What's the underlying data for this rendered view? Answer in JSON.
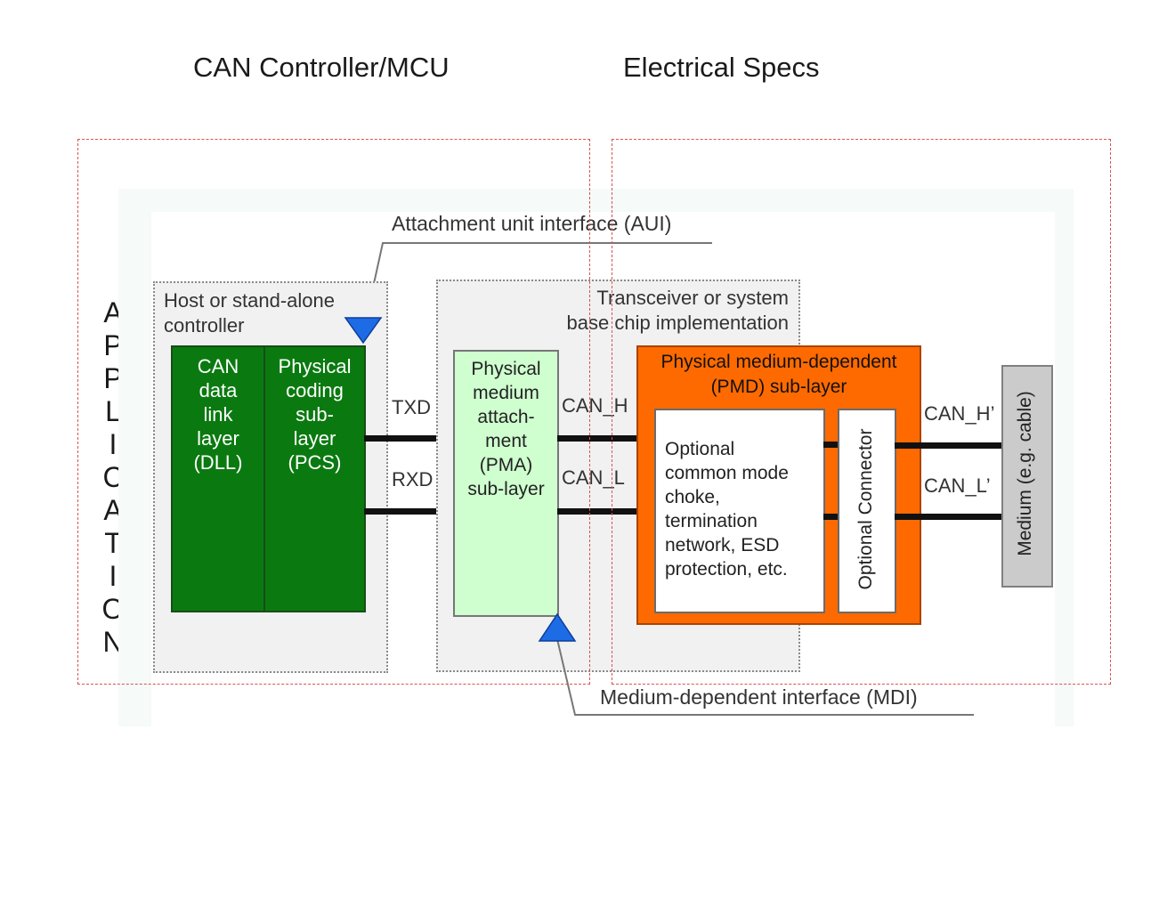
{
  "headings": {
    "left": "CAN Controller/MCU",
    "right": "Electrical Specs"
  },
  "side_letters": [
    "A",
    "P",
    "P",
    "L",
    "I",
    "C",
    "A",
    "T",
    "I",
    "O",
    "N"
  ],
  "diagram": {
    "aui_label": "Attachment unit interface (AUI)",
    "mdi_label": "Medium-dependent interface (MDI)",
    "host_label_1": "Host or stand-alone",
    "host_label_2": "controller",
    "transceiver_label_1": "Transceiver or system",
    "transceiver_label_2": "base chip implementation",
    "dll": [
      "CAN",
      "data",
      "link",
      "layer",
      "(DLL)"
    ],
    "pcs": [
      "Physical",
      "coding",
      "sub-",
      "layer",
      "(PCS)"
    ],
    "pma": [
      "Physical",
      "medium",
      "attach-",
      "ment",
      "(PMA)",
      "sub-layer"
    ],
    "pmd_title_1": "Physical medium-dependent",
    "pmd_title_2": "(PMD) sub-layer",
    "optional_box": [
      "Optional",
      "common mode",
      "choke,",
      "termination",
      "network, ESD",
      "protection, etc."
    ],
    "optional_connector": "Optional Connector",
    "medium": "Medium (e.g. cable)",
    "signals": {
      "txd": "TXD",
      "rxd": "RXD",
      "can_h": "CAN_H",
      "can_l": "CAN_L",
      "can_h_prime": "CAN_H’",
      "can_l_prime": "CAN_L’"
    }
  },
  "colors": {
    "dll_green": "#0a7a10",
    "pma_green": "#cfffcf",
    "pmd_orange": "#ff6a00",
    "interface_marker": "#1e6be6",
    "overlay_dash": "#d9534f"
  }
}
